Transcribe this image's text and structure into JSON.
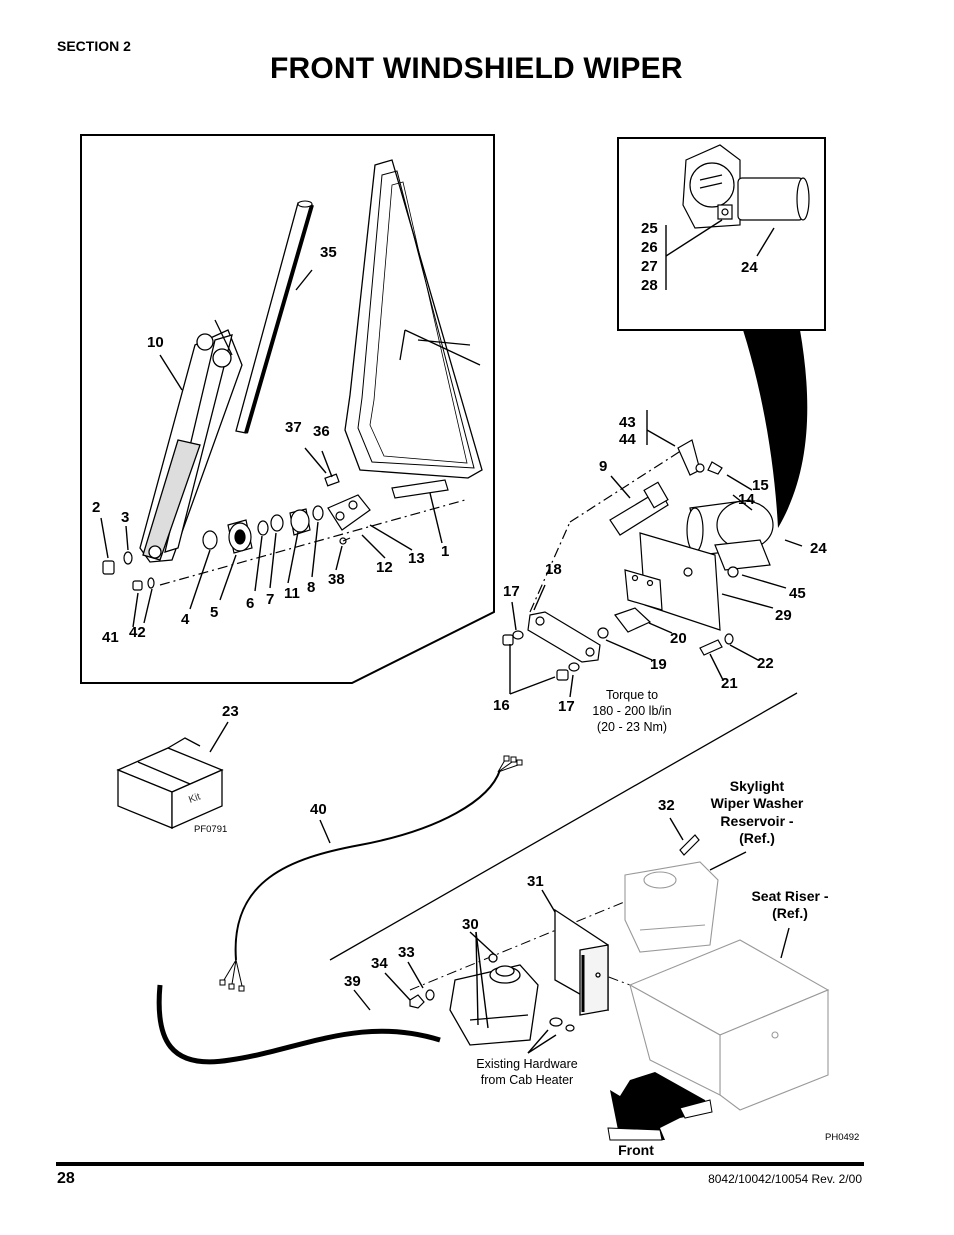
{
  "header": {
    "section": "SECTION 2",
    "title": "FRONT WINDSHIELD WIPER"
  },
  "callouts": {
    "c1": "1",
    "c2": "2",
    "c3": "3",
    "c4": "4",
    "c5": "5",
    "c6": "6",
    "c7": "7",
    "c8": "8",
    "c9": "9",
    "c10": "10",
    "c11": "11",
    "c12": "12",
    "c13": "13",
    "c14": "14",
    "c15": "15",
    "c16": "16",
    "c17a": "17",
    "c17b": "17",
    "c18": "18",
    "c19": "19",
    "c20": "20",
    "c21": "21",
    "c22": "22",
    "c23": "23",
    "c24a": "24",
    "c24b": "24",
    "c25": "25",
    "c26": "26",
    "c27": "27",
    "c28": "28",
    "c29": "29",
    "c30": "30",
    "c31": "31",
    "c32": "32",
    "c33": "33",
    "c34": "34",
    "c35": "35",
    "c36": "36",
    "c37": "37",
    "c38": "38",
    "c39": "39",
    "c40": "40",
    "c41": "41",
    "c42": "42",
    "c43": "43",
    "c44": "44",
    "c45": "45"
  },
  "notes": {
    "torque_line1": "Torque to",
    "torque_line2": "180 - 200 lb/in",
    "torque_line3": "(20 - 23 Nm)",
    "existing_line1": "Existing Hardware",
    "existing_line2": "from Cab Heater",
    "skylight_line1": "Skylight",
    "skylight_line2": "Wiper Washer",
    "skylight_line3": "Reservoir -",
    "skylight_line4": "(Ref.)",
    "seat_line1": "Seat Riser -",
    "seat_line2": "(Ref.)",
    "front": "Front",
    "kit_label": "Kit"
  },
  "photo_ids": {
    "kit": "PF0791",
    "main": "PH0492"
  },
  "footer": {
    "page": "28",
    "doc": "8042/10042/10054 Rev. 2/00"
  }
}
